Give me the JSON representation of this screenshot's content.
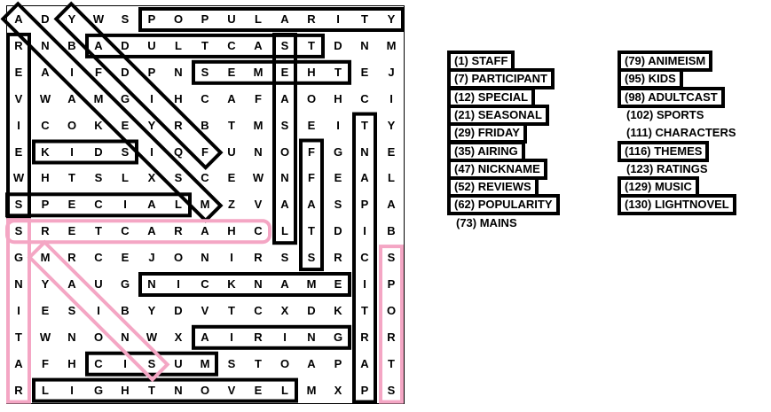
{
  "grid": [
    "ADYWSPOPULARITY",
    "RNBADULTCASTDNM",
    "EAIFDPNSEMEHTEJ",
    "VWAMGIHCAFAOHCI",
    "ICOKEYRBTMSEITY",
    "EKIDSIQFUNOFGNE",
    "WHTSLXSCEWNFEAL",
    "SPECIALMZVAASPA",
    "SRETCARAHCLTDIB",
    "GMRCEJONIRSSRCS",
    "NYAUGNICKNAMEIP",
    "IESIBYDVTCXDKTO",
    "TWNONWXAIRINGRR",
    "AFHCISUMSTOAPAT",
    "RLIGHTNOVELMXPS"
  ],
  "colors": {
    "found": "#000000",
    "missed": "#f4a6c4"
  },
  "word_list": {
    "column1": [
      {
        "label": "(1)  STAFF",
        "found": true
      },
      {
        "label": "(7)  PARTICIPANT",
        "found": true
      },
      {
        "label": "(12)  SPECIAL",
        "found": true
      },
      {
        "label": "(21)  SEASONAL",
        "found": true
      },
      {
        "label": "(29)  FRIDAY",
        "found": true
      },
      {
        "label": "(35)  AIRING",
        "found": true
      },
      {
        "label": "(47)  NICKNAME",
        "found": true
      },
      {
        "label": "(52)  REVIEWS",
        "found": true
      },
      {
        "label": "(62)  POPULARITY",
        "found": true
      },
      {
        "label": "(73)  MAINS",
        "found": false
      }
    ],
    "column2": [
      {
        "label": "(79)  ANIMEISM",
        "found": true
      },
      {
        "label": "(95)  KIDS",
        "found": true
      },
      {
        "label": "(98)  ADULTCAST",
        "found": true
      },
      {
        "label": "(102)  SPORTS",
        "found": false
      },
      {
        "label": "(111)  CHARACTERS",
        "found": false
      },
      {
        "label": "(116)  THEMES",
        "found": true
      },
      {
        "label": "(123)  RATINGS",
        "found": false
      },
      {
        "label": "(129)  MUSIC",
        "found": true
      },
      {
        "label": "(130)  LIGHTNOVEL",
        "found": true
      }
    ]
  }
}
